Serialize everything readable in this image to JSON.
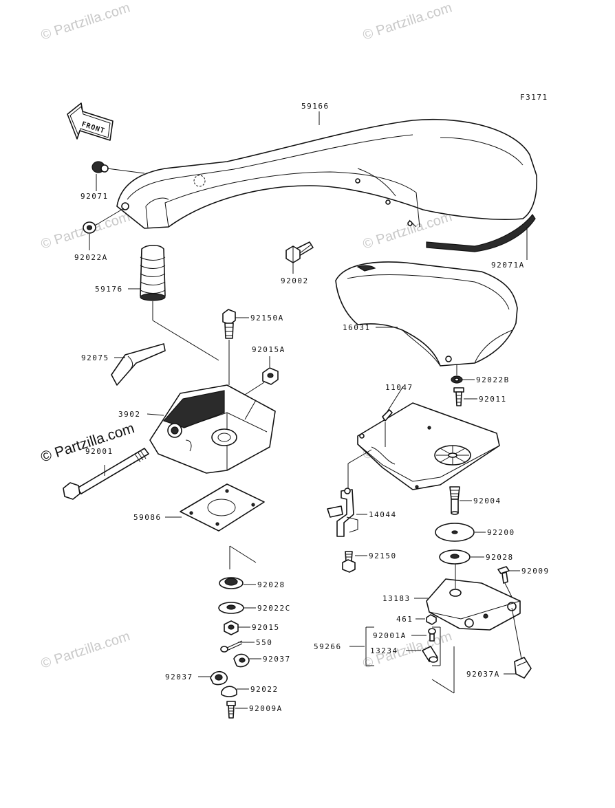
{
  "figure_code": "F3171",
  "front_arrow_label": "FRONT",
  "watermarks": {
    "faint_text": "© Partzilla.com",
    "strong_text": "© Partzilla.com"
  },
  "parts": {
    "p59166": "59166",
    "p92071": "92071",
    "p92022A": "92022A",
    "p92071A": "92071A",
    "p92002": "92002",
    "p59176": "59176",
    "p16031": "16031",
    "p92150A": "92150A",
    "p92015A": "92015A",
    "p92075": "92075",
    "p3902x": "3902",
    "p92022B": "92022B",
    "p92011": "92011",
    "p11047": "11047",
    "p92001": "92001",
    "p14044": "14044",
    "p92004": "92004",
    "p59086": "59086",
    "p92200": "92200",
    "p92150": "92150",
    "p92028r": "92028",
    "p92009": "92009",
    "p92028l": "92028",
    "p13183": "13183",
    "p92022C": "92022C",
    "p461": "461",
    "p92015": "92015",
    "p92001A": "92001A",
    "p550": "550",
    "p59266": "59266",
    "p13234": "13234",
    "p92037r": "92037",
    "p92037l": "92037",
    "p92037A": "92037A",
    "p92022": "92022",
    "p92009A": "92009A"
  }
}
